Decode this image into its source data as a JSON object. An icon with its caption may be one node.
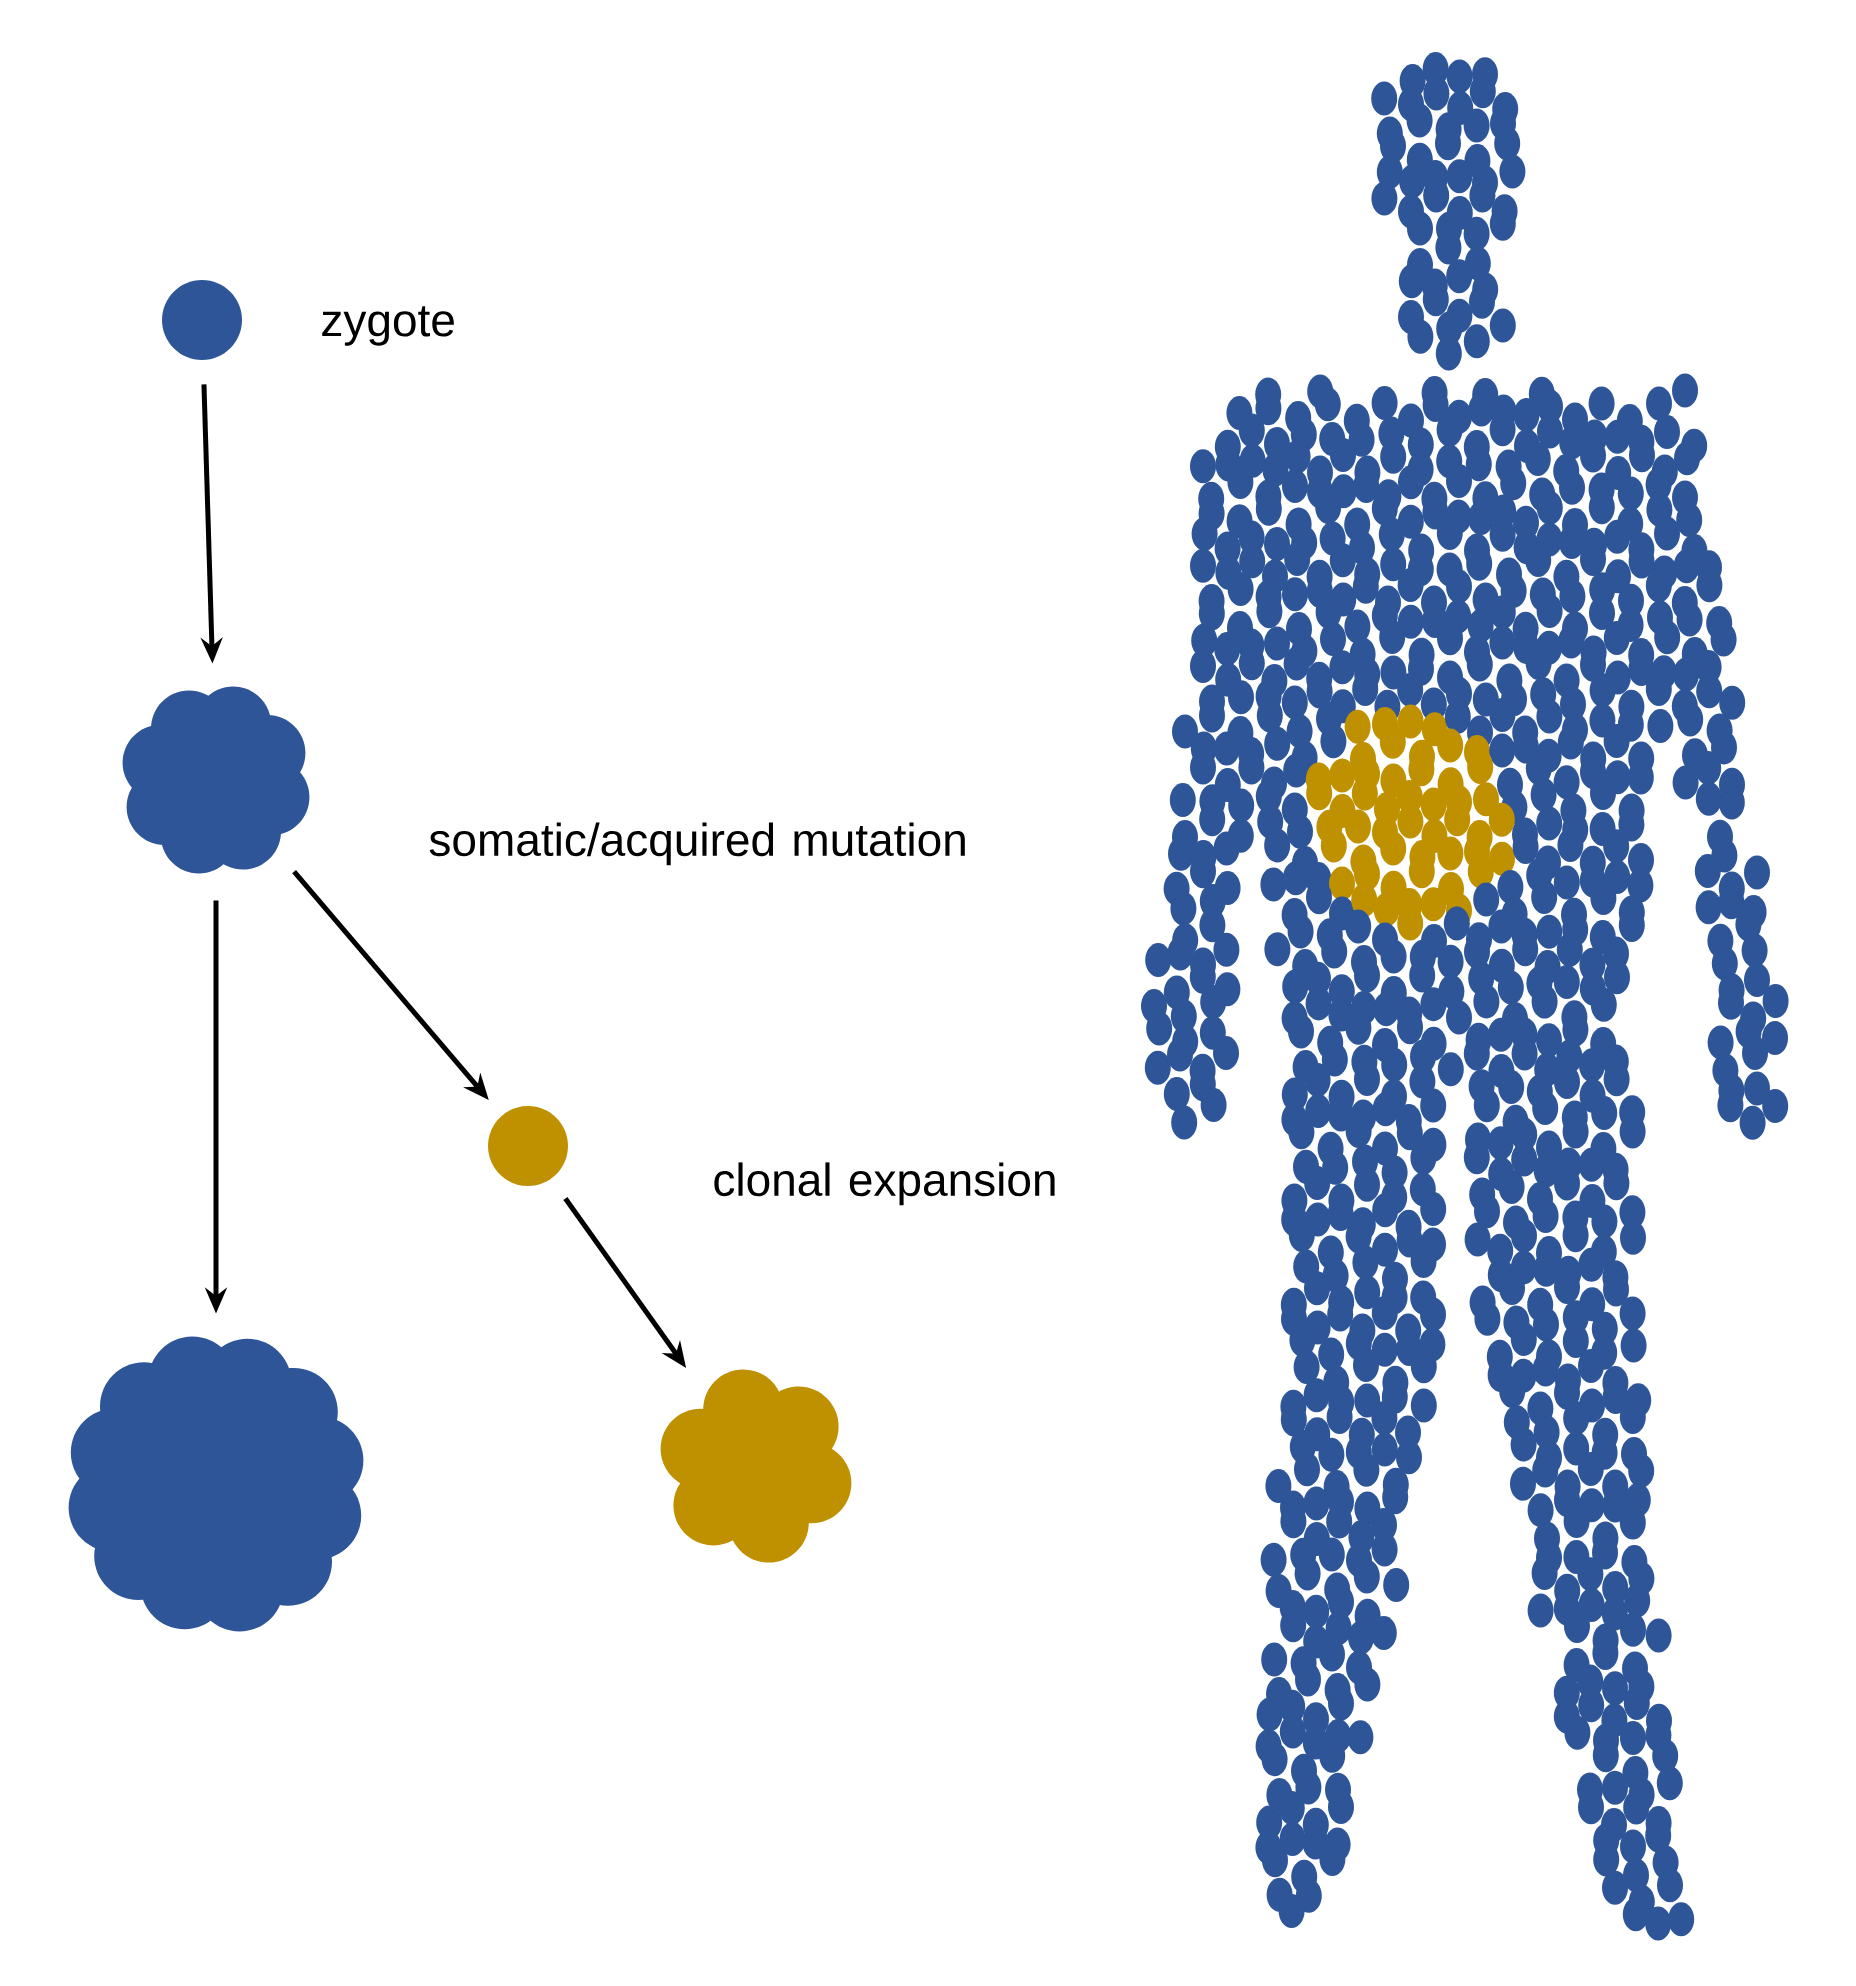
{
  "diagram": {
    "nodes": [
      {
        "text": [],
        "shape": "circle",
        "beside": [
          "zygote"
        ]
      },
      {
        "text": [],
        "shape": "cloud"
      },
      {
        "text": [],
        "shape": "cloud"
      },
      {
        "text": [],
        "shape": "circle"
      },
      {
        "text": [],
        "shape": "cloud"
      }
    ],
    "edges": [
      {
        "from": 0,
        "to": 1,
        "arrow": "to"
      },
      {
        "from": 1,
        "to": 2,
        "arrow": "to"
      },
      {
        "from": 1,
        "to": 3,
        "arrow": "to",
        "label": "somatic/acquired mutation"
      },
      {
        "from": 3,
        "to": 4,
        "arrow": "to",
        "label": "clonal expansion"
      }
    ]
  }
}
